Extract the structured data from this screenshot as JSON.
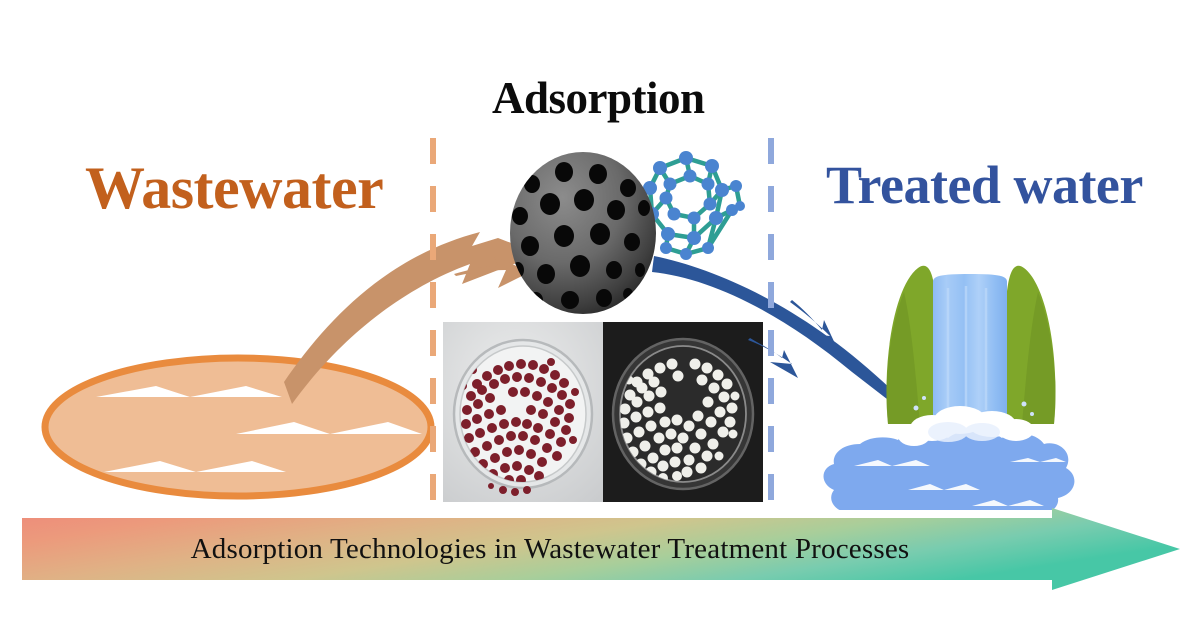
{
  "figure": {
    "kind": "graphical-abstract",
    "background_color": "#FFFFFF"
  },
  "panels": {
    "left": {
      "title": "Wastewater",
      "title_color": "#C2601D",
      "illustration": "wastewater-pond-icon"
    },
    "center": {
      "title": "Adsorption",
      "title_color": "#000000",
      "illustrations": [
        "porous-carbon-sphere-icon",
        "fullerene-molecule-icon",
        "petri-dish-red-beads-photo",
        "petri-dish-white-beads-photo"
      ]
    },
    "right": {
      "title": "Treated water",
      "title_color": "#33539E",
      "illustration": "waterfall-icon"
    }
  },
  "dividers": {
    "left_color": "#EAA878",
    "right_color": "#8FA8DC",
    "style": "dashed"
  },
  "arrows": {
    "inflow": {
      "name": "wastewater-to-adsorbent-arrow",
      "color": "#C8936A",
      "direction": "left-to-right-upward"
    },
    "outflow": {
      "name": "adsorbent-to-treated-water-arrow",
      "color": "#2C5699",
      "direction": "left-to-right-downward"
    }
  },
  "banner": {
    "caption": "Adsorption Technologies in Wastewater Treatment Processes",
    "text_color": "#111111",
    "gradient_stops": [
      "#EE8A7A",
      "#E8A080",
      "#DCC08C",
      "#BFD093",
      "#7FCFB0",
      "#49C8A8"
    ],
    "shape": "right-pointing-arrow"
  },
  "palette": {
    "wastewater_fill": "#EFBD95",
    "wastewater_stroke": "#E98B3E",
    "carbon_sphere_gray": "#6E6E6E",
    "carbon_pore_black": "#080808",
    "fullerene_atom": "#4A84D0",
    "fullerene_bond": "#2E9E94",
    "hill_green": "#7FA72A",
    "hill_green_dark": "#6D9222",
    "water_blue": "#7EA9EE",
    "waterfall_blue": "#9EC5F5",
    "foam_white": "#FFFFFF",
    "bead_red": "#7D1F2B",
    "bead_white": "#EFEFEA"
  }
}
